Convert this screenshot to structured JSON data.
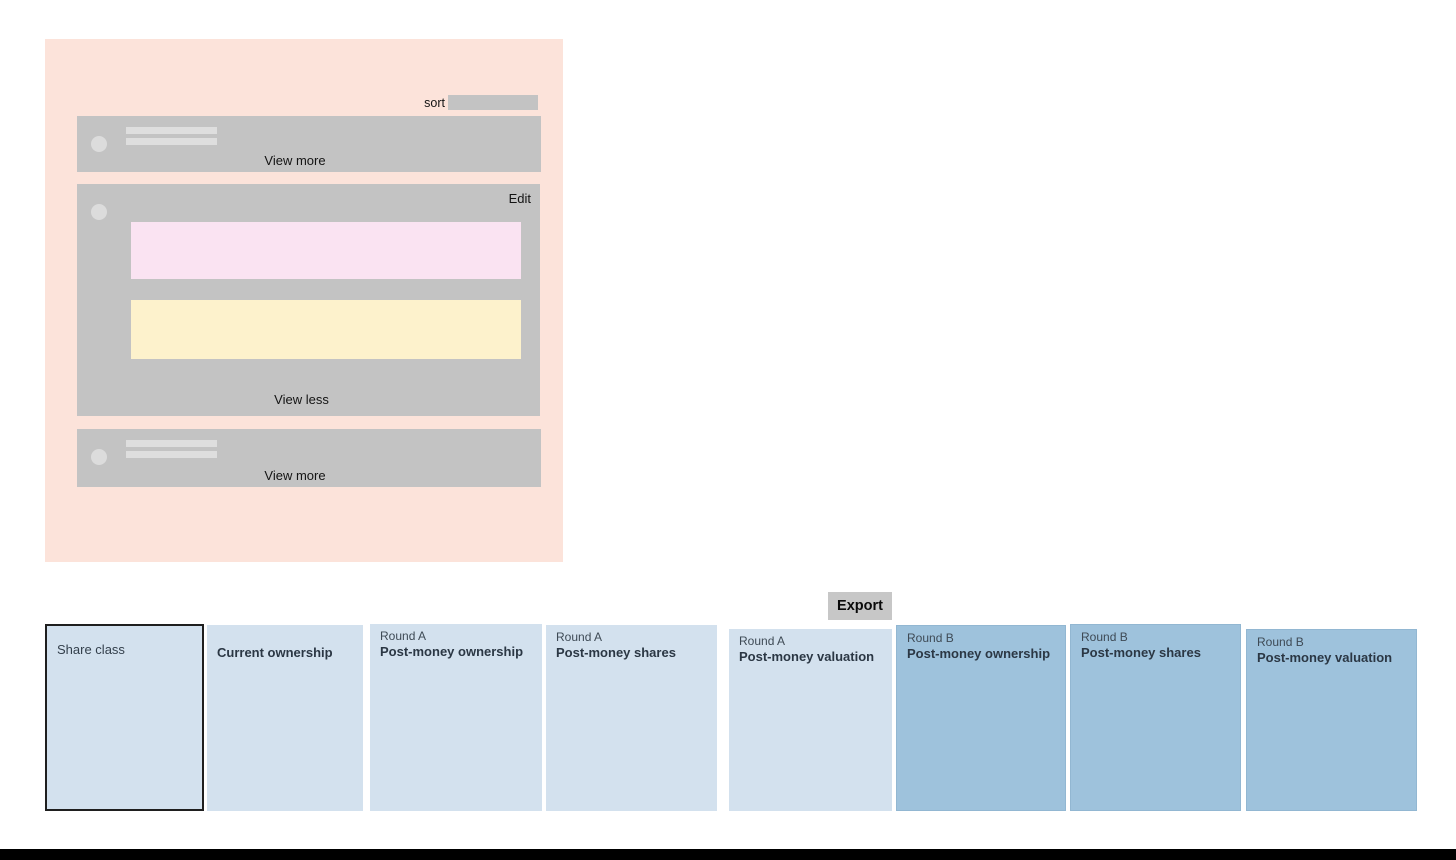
{
  "panel": {
    "sort_label": "sort",
    "cards": [
      {
        "action": "View more"
      },
      {
        "edit_label": "Edit",
        "action": "View less"
      },
      {
        "action": "View more"
      }
    ]
  },
  "export_button_label": "Export",
  "table": {
    "columns": [
      {
        "round": "",
        "label": "Share class"
      },
      {
        "round": "",
        "label": "Current ownership"
      },
      {
        "round": "Round A",
        "label": "Post-money ownership"
      },
      {
        "round": "Round A",
        "label": "Post-money shares"
      },
      {
        "round": "Round A",
        "label": "Post-money valuation"
      },
      {
        "round": "Round B",
        "label": "Post-money ownership"
      },
      {
        "round": "Round B",
        "label": "Post-money shares"
      },
      {
        "round": "Round B",
        "label": "Post-money valuation"
      }
    ]
  },
  "colors": {
    "panel_bg": "#fce3da",
    "card_bg": "#c3c3c3",
    "placeholder": "#dedede",
    "pink_block": "#fae3f2",
    "yellow_block": "#fdf2cc",
    "light_column_bg": "#d3e1ee",
    "dark_column_bg": "#9ec2dc",
    "export_button_bg": "#c7c7c7",
    "selected_column_border": "#1f1f1f",
    "footer_bar": "#000000"
  }
}
